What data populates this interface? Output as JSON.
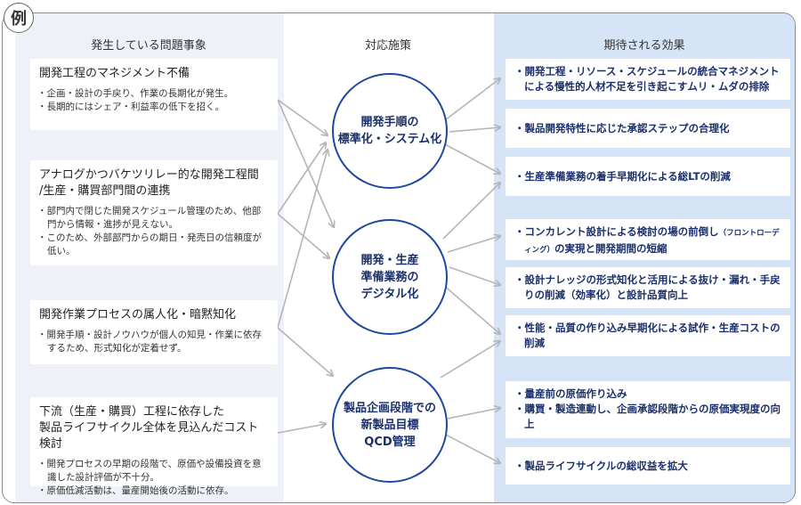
{
  "badge": "例",
  "headers": {
    "problems": "発生している問題事象",
    "measures": "対応施策",
    "effects": "期待される効果"
  },
  "problems": [
    {
      "title": "開発工程のマネジメント不備",
      "items": [
        "企画・設計の手戻り、作業の長期化が発生。",
        "長期的にはシェア・利益率の低下を招く。"
      ]
    },
    {
      "title": "アナログかつバケツリレー的な開発工程間\n/生産・購買部門間の連携",
      "items": [
        "部門内で閉じた開発スケジュール管理のため、他部門から情報・進捗が見えない。",
        "このため、外部部門からの期日・発売日の信頼度が低い。"
      ]
    },
    {
      "title": "開発作業プロセスの属人化・暗黙知化",
      "items": [
        "開発手順・設計ノウハウが個人の知見・作業に依存するため、形式知化が定着せず。"
      ]
    },
    {
      "title": "下流（生産・購買）工程に依存した\n製品ライフサイクル全体を見込んだコスト検討",
      "items": [
        "開発プロセスの早期の段階で、原価や設備投資を意識した設計評価が不十分。",
        "原価低減活動は、量産開始後の活動に依存。"
      ]
    }
  ],
  "measures": [
    "開発手順の\n標準化・システム化",
    "開発・生産\n準備業務の\nデジタル化",
    "製品企画段階での\n新製品目標\nQCD管理"
  ],
  "effects": [
    {
      "items": [
        "開発工程・リソース・スケジュールの統合マネジメントによる慢性的人材不足を引き起こすムリ・ムダの排除"
      ]
    },
    {
      "items": [
        "製品開発特性に応じた承認ステップの合理化"
      ]
    },
    {
      "items": [
        "生産準備業務の着手早期化による総LTの削減"
      ]
    },
    {
      "items": [
        "コンカレント設計による検討の場の前倒し"
      ],
      "suffix_small": "（フロントローディング）",
      "suffix": "の実現と開発期間の短縮"
    },
    {
      "items": [
        "設計ナレッジの形式知化と活用による抜け・漏れ・手戻りの削減（効率化）と設計品質向上"
      ]
    },
    {
      "items": [
        "性能・品質の作り込み早期化による試作・生産コストの削減"
      ]
    },
    {
      "items": [
        "量産前の原価作り込み",
        "購買・製造連動し、企画承認段階からの原価実現度の向上"
      ]
    },
    {
      "items": [
        "製品ライフサイクルの総収益を拡大"
      ]
    }
  ],
  "colors": {
    "accent": "#1f47a0",
    "effect_text": "#1a2f6b",
    "left_bg": "#eef1f7",
    "right_bg": "#d6e4f7",
    "arrow": "#b5b5b5"
  }
}
